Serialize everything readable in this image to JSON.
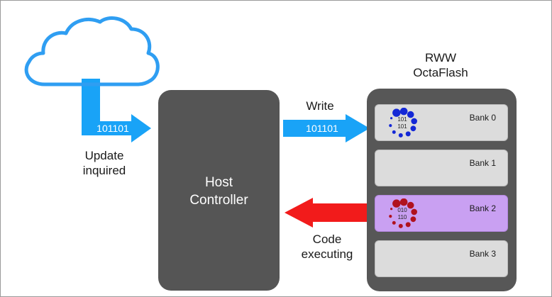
{
  "colors": {
    "cloud": "#2f9ef2",
    "blue_arrow": "#19a3f7",
    "red_arrow": "#f21b1b",
    "host": "#555555",
    "flash": "#575757",
    "bank": "#dcdcdc",
    "bank_active": "#c9a0f2",
    "spinner_blue": "#1428d6",
    "spinner_red": "#b0121e"
  },
  "cloud": {
    "icon": "cloud-icon",
    "arrow_data": "101101",
    "caption": "Update\ninquired"
  },
  "host": {
    "label": "Host\nController"
  },
  "write_arrow": {
    "label": "Write",
    "data": "101101"
  },
  "read_arrow": {
    "label": "Code\nexecuting"
  },
  "flash": {
    "title": "RWW\nOctaFlash",
    "banks": [
      {
        "label": "Bank 0",
        "spinner": {
          "lines": [
            "101",
            "101"
          ],
          "color": "blue"
        }
      },
      {
        "label": "Bank 1"
      },
      {
        "label": "Bank 2",
        "active": true,
        "spinner": {
          "lines": [
            "010",
            "110"
          ],
          "color": "red"
        }
      },
      {
        "label": "Bank 3"
      }
    ]
  }
}
